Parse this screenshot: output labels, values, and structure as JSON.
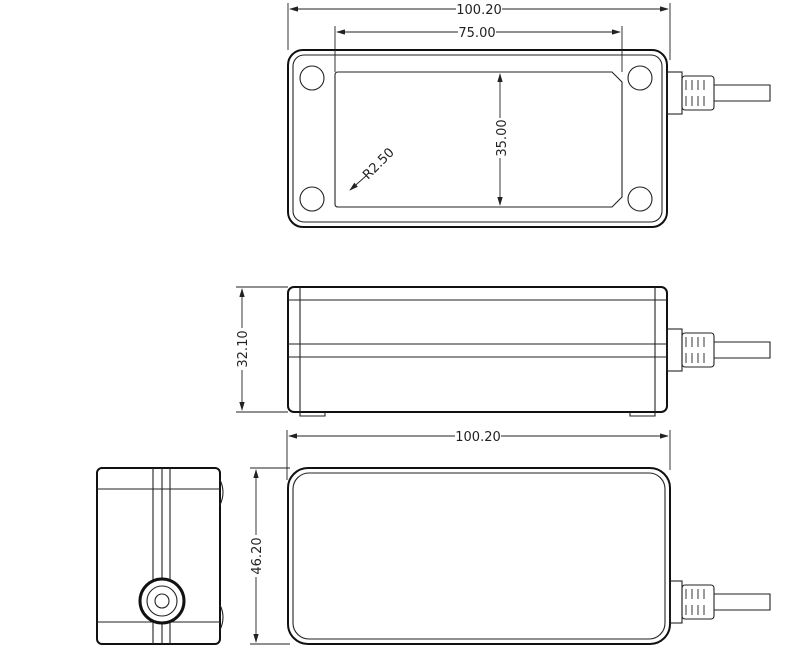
{
  "drawing": {
    "top_view": {
      "overall_length": "100.20",
      "window_length": "75.00",
      "window_height": "35.00",
      "corner_radius": "R2.50"
    },
    "side_view": {
      "height": "32.10"
    },
    "bottom_view": {
      "overall_length": "100.20",
      "width": "46.20"
    },
    "colors": {
      "line": "#111111",
      "background": "#ffffff"
    }
  }
}
